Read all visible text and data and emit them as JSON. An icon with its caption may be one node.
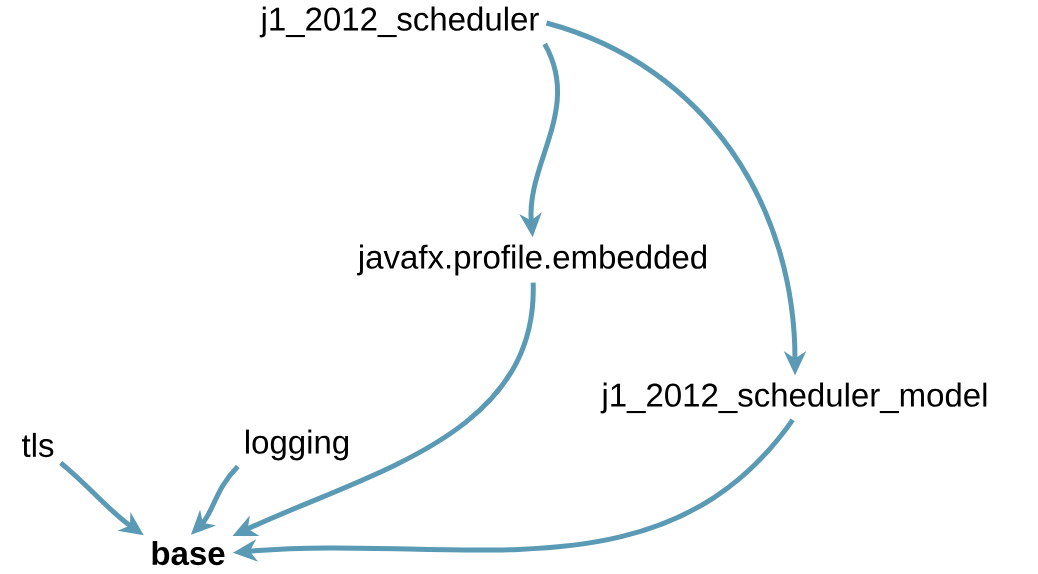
{
  "diagram": {
    "nodes": [
      {
        "text": [
          "j1_2012_scheduler"
        ]
      },
      {
        "text": [
          "javafx.profile.embedded"
        ]
      },
      {
        "text": [
          "j1_2012_scheduler_model"
        ]
      },
      {
        "text": [
          "tls"
        ]
      },
      {
        "text": [
          "logging"
        ]
      },
      {
        "text": [
          "base"
        ]
      }
    ],
    "edges": [
      {
        "from": 0,
        "to": 1,
        "arrow": "to"
      },
      {
        "from": 0,
        "to": 2,
        "arrow": "to"
      },
      {
        "from": 1,
        "to": 5,
        "arrow": "to"
      },
      {
        "from": 2,
        "to": 5,
        "arrow": "to"
      },
      {
        "from": 3,
        "to": 5,
        "arrow": "to"
      },
      {
        "from": 4,
        "to": 5,
        "arrow": "to"
      }
    ]
  }
}
